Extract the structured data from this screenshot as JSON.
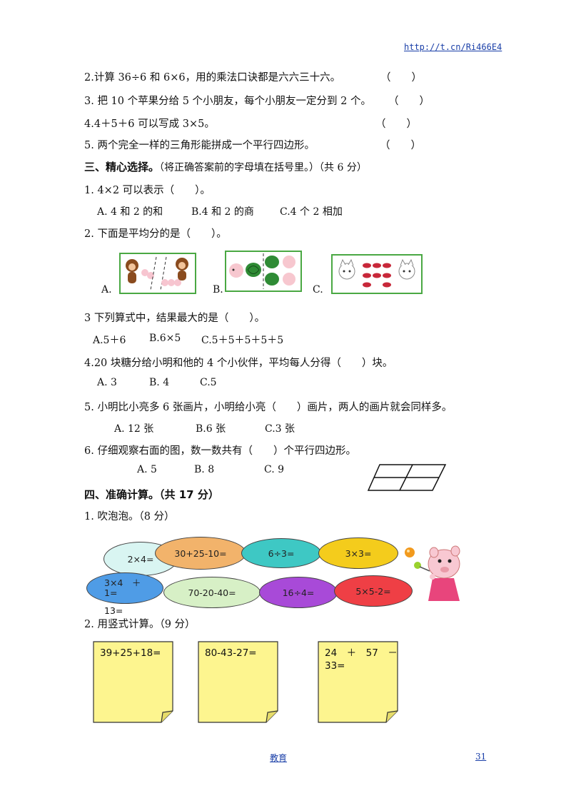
{
  "header": {
    "link": "http://t.cn/Ri466E4"
  },
  "judge": {
    "items": [
      {
        "text": "2.计算 36÷6 和 6×6，用的乘法口诀都是六六三十六。",
        "paren": "（　　）"
      },
      {
        "text": "3. 把 10 个苹果分给 5 个小朋友，每个小朋友一定分到 2 个。",
        "paren": "（　　）"
      },
      {
        "text": "4.4＋5＋6 可以写成 3×5。",
        "paren": "（　　）"
      },
      {
        "text": "5. 两个完全一样的三角形能拼成一个平行四边形。",
        "paren": "（　　）"
      }
    ]
  },
  "choice": {
    "title": "三、精心选择。",
    "subtitle": "（将正确答案前的字母填在括号里。）（共 6 分）",
    "q1": {
      "text": "1.  4×2 可以表示（　　）。",
      "a": "A. 4 和 2 的和",
      "b": "B.4 和 2 的商",
      "c": "C.4 个 2 相加"
    },
    "q2": {
      "text": "2.  下面是平均分的是（　　）。",
      "a": "A.",
      "b": "B.",
      "c": "C."
    },
    "q3": {
      "text": "3 下列算式中，结果最大的是（　　）。",
      "a": "A.5＋6",
      "b": "B.6×5",
      "c": "C.5＋5＋5＋5＋5"
    },
    "q4": {
      "text": "4.20 块糖分给小明和他的 4 个小伙伴，平均每人分得（　　）块。",
      "a": "A. 3",
      "b": "B. 4",
      "c": "C.5"
    },
    "q5": {
      "text": "5. 小明比小亮多 6 张画片，小明给小亮（　　）画片，两人的画片就会同样多。",
      "a": "A. 12 张",
      "b": "B.6 张",
      "c": "C.3 张"
    },
    "q6": {
      "text": "6. 仔细观察右面的图，数一数共有（　　）个平行四边形。",
      "a": "A. 5",
      "b": "B. 8",
      "c": "C. 9"
    }
  },
  "calc": {
    "title": "四、准确计算。（共 17 分）",
    "bubbles_title": "1. 吹泡泡。（8 分）",
    "bubbles": [
      {
        "text": "2×4=",
        "color": "#d9f5f2"
      },
      {
        "text": "30+25-10=",
        "color": "#f2b36b"
      },
      {
        "text": "6÷3=",
        "color": "#3ec8c4"
      },
      {
        "text": "3×3=",
        "color": "#f4cc1c"
      },
      {
        "text": "3×4　＋　1=",
        "extra": "13=",
        "color": "#4f9ce6"
      },
      {
        "text": "70-20-40=",
        "color": "#d7f0c6"
      },
      {
        "text": "16÷4=",
        "color": "#a84ad8"
      },
      {
        "text": "5×5-2=",
        "color": "#ef3f45"
      }
    ],
    "vertical_title": "2. 用竖式计算。（9 分）",
    "notes": [
      {
        "line1": "39+25+18=",
        "line2": ""
      },
      {
        "line1": "80-43-27=",
        "line2": ""
      },
      {
        "line1": "24　＋　57　－",
        "line2": "33="
      }
    ]
  },
  "footer": {
    "center": "教育",
    "page": "31"
  }
}
